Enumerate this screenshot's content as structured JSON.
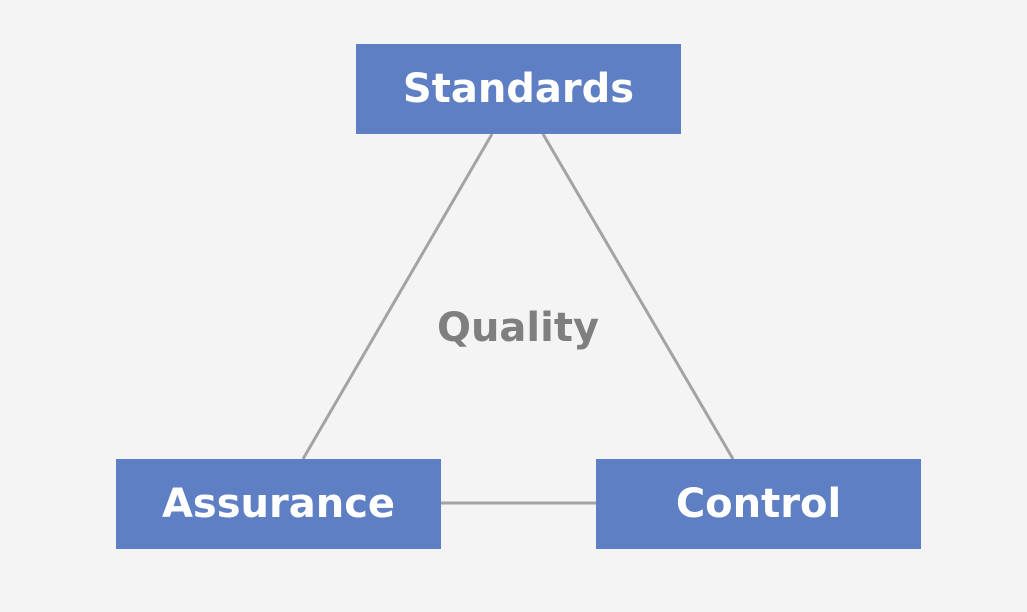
{
  "diagram": {
    "nodes": {
      "standards": "Standards",
      "assurance": "Assurance",
      "control": "Control"
    },
    "center_label": "Quality"
  },
  "colors": {
    "node_fill": "#5f7fc4",
    "node_text": "#ffffff",
    "connector": "#a3a3a3",
    "center_text": "#7f7f7f",
    "background": "#f4f4f5"
  }
}
